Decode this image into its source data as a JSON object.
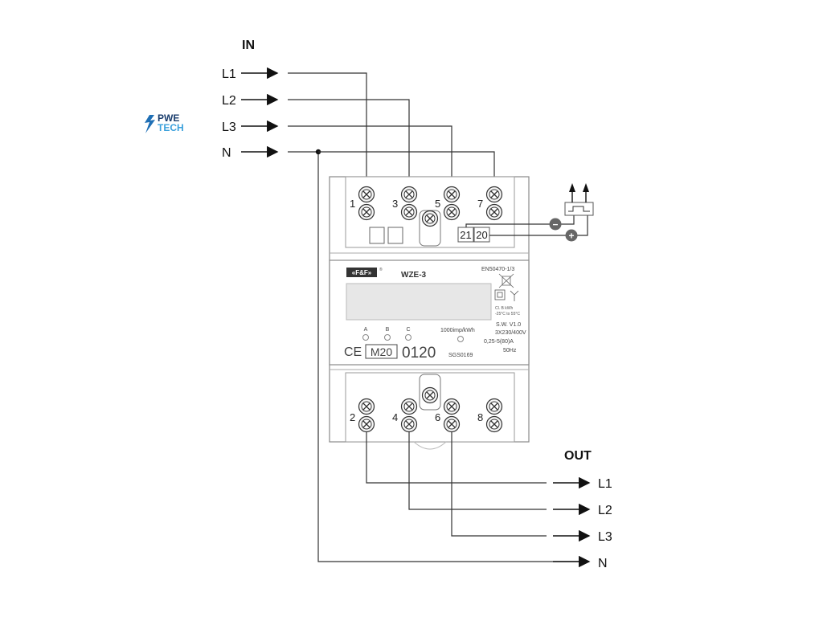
{
  "logo": {
    "line1": "PWE",
    "line2": "TECH"
  },
  "inputs": {
    "header": "IN",
    "lines": [
      "L1",
      "L2",
      "L3",
      "N"
    ]
  },
  "outputs": {
    "header": "OUT",
    "lines": [
      "L1",
      "L2",
      "L3",
      "N"
    ]
  },
  "meter": {
    "brand": "«F&F»",
    "registered": "®",
    "model": "WZE-3",
    "standard": "EN50470-1/3",
    "accuracy_class": "Cl. B  kWh",
    "temp_range": "-25°C to 55°C",
    "phase_leds": [
      "A",
      "B",
      "C"
    ],
    "impulse_rate": "1000imp/kWh",
    "software": "S.W. V1.0",
    "voltage": "3X230/400V",
    "current": "0,25-5(80)A",
    "frequency": "50Hz",
    "ce_mark": "CE",
    "metrology_mark": "M20",
    "notified_body": "0120",
    "certificate": "SGS0169",
    "top_terminals": [
      "1",
      "3",
      "5",
      "7"
    ],
    "bottom_terminals": [
      "2",
      "4",
      "6",
      "8"
    ],
    "pulse_terminals": [
      "21",
      "20"
    ],
    "pulse_polarity": [
      "−",
      "+"
    ]
  }
}
